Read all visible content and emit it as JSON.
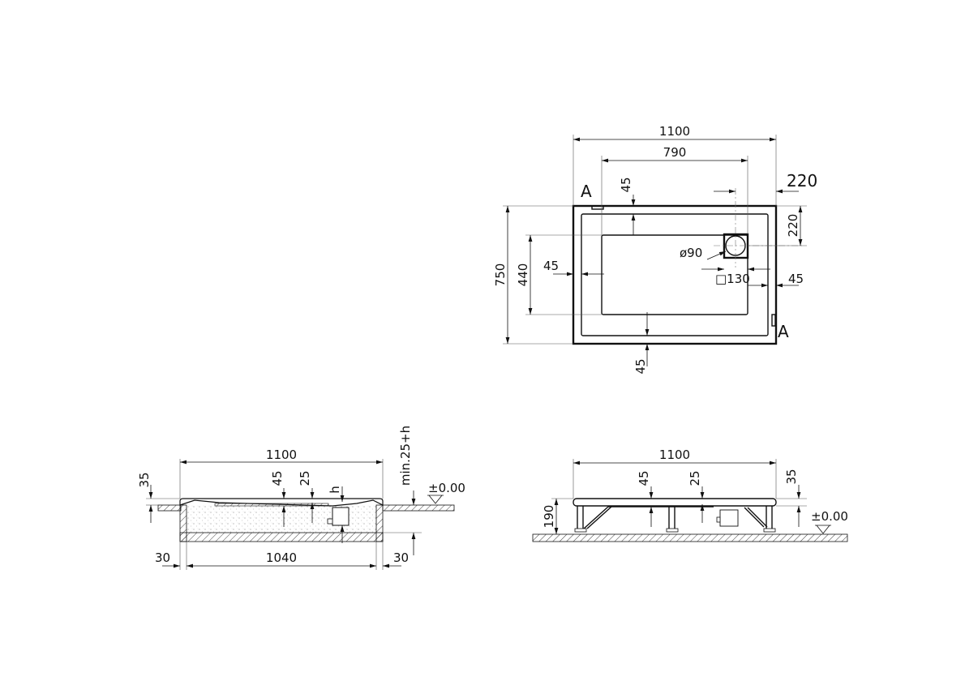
{
  "drawing": {
    "subject": "Shower tray technical drawing",
    "plan_view": {
      "section_markers": [
        "A",
        "A"
      ],
      "dims": {
        "overall_length": "1100",
        "inner_length": "790",
        "drain_offset_x": "220",
        "drain_offset_y": "220",
        "rim_top": "45",
        "rim_left": "45",
        "rim_right": "45",
        "rim_bottom": "45",
        "overall_width": "750",
        "inner_width": "440",
        "drain_diameter": "ø90",
        "drain_box": "□130"
      }
    },
    "section_installed": {
      "dims": {
        "overall_length": "1100",
        "slope_45": "45",
        "slope_25": "25",
        "h": "h",
        "rim_35": "35",
        "min_depth": "min.25+h",
        "level": "±0.00",
        "wall_left": "30",
        "inner_length": "1040",
        "wall_right": "30"
      }
    },
    "section_legs": {
      "dims": {
        "overall_length": "1100",
        "slope_45": "45",
        "slope_25": "25",
        "rim_35": "35",
        "height": "190",
        "level": "±0.00"
      }
    }
  }
}
